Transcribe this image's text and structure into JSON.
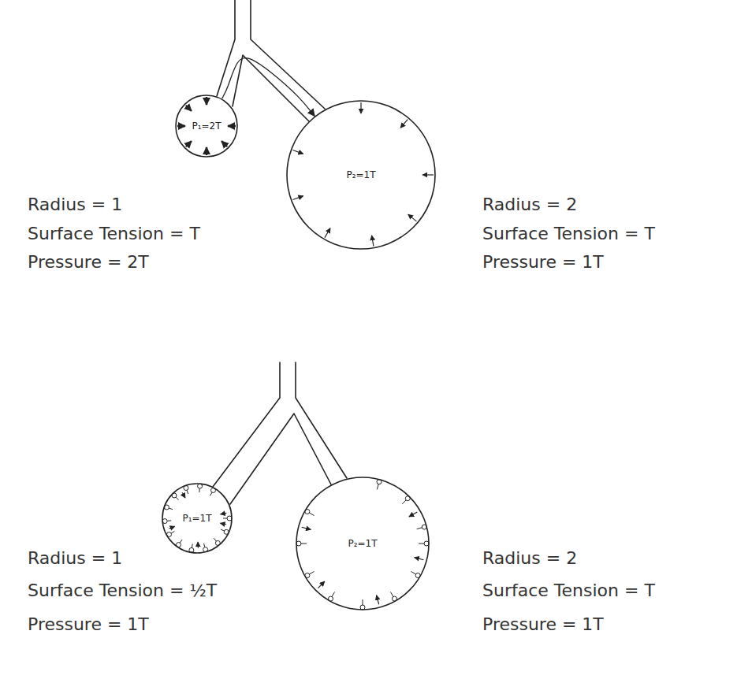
{
  "diagram": {
    "nodes": [
      {
        "text": [
          "P₁=2T"
        ]
      },
      {
        "text": [
          "P₂=1T"
        ]
      },
      {
        "text": [
          "P₁=1T"
        ]
      },
      {
        "text": [
          "P₂=1T"
        ]
      }
    ],
    "edges": [
      {
        "from": 0,
        "to": 1,
        "arrow": "to"
      }
    ],
    "labels": [
      "Radius = 1",
      "Surface Tension = T",
      "Pressure = 2T",
      "Radius = 2",
      "Surface Tension = T",
      "Pressure = 1T",
      "Radius = 1",
      "Surface Tension = ½T",
      "Pressure = 1T",
      "Radius = 2",
      "Surface Tension = T",
      "Pressure = 1T"
    ]
  }
}
